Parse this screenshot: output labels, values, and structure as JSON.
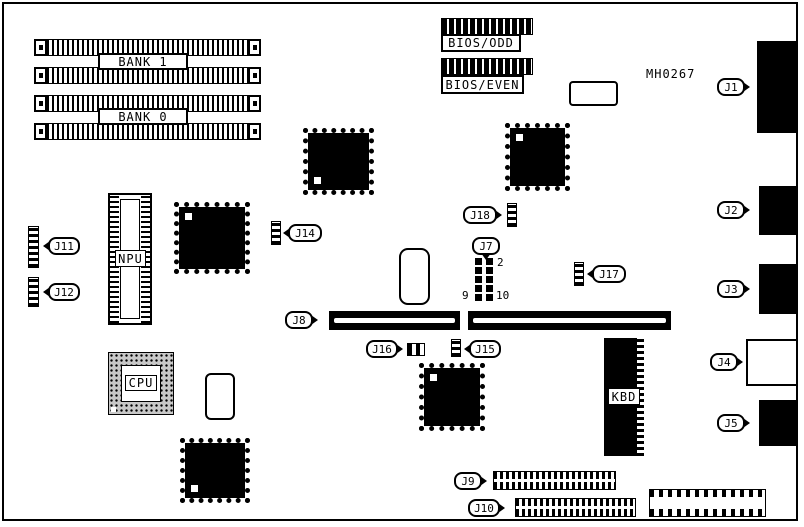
{
  "board": {
    "part_number": "MH0267",
    "memory": {
      "bank1_label": "BANK 1",
      "bank0_label": "BANK 0"
    },
    "bios": {
      "odd_label": "BIOS/ODD",
      "even_label": "BIOS/EVEN"
    },
    "chips": {
      "npu_label": "NPU",
      "cpu_label": "CPU",
      "kbd_label": "KBD"
    },
    "connectors": {
      "j1": "J1",
      "j2": "J2",
      "j3": "J3",
      "j4": "J4",
      "j5": "J5",
      "j7": "J7",
      "j8": "J8",
      "j9": "J9",
      "j10": "J10",
      "j11": "J11",
      "j12": "J12",
      "j14": "J14",
      "j15": "J15",
      "j16": "J16",
      "j17": "J17",
      "j18": "J18"
    },
    "j7_pin_labels": {
      "pin2": "2",
      "pin9": "9",
      "pin10": "10"
    }
  }
}
